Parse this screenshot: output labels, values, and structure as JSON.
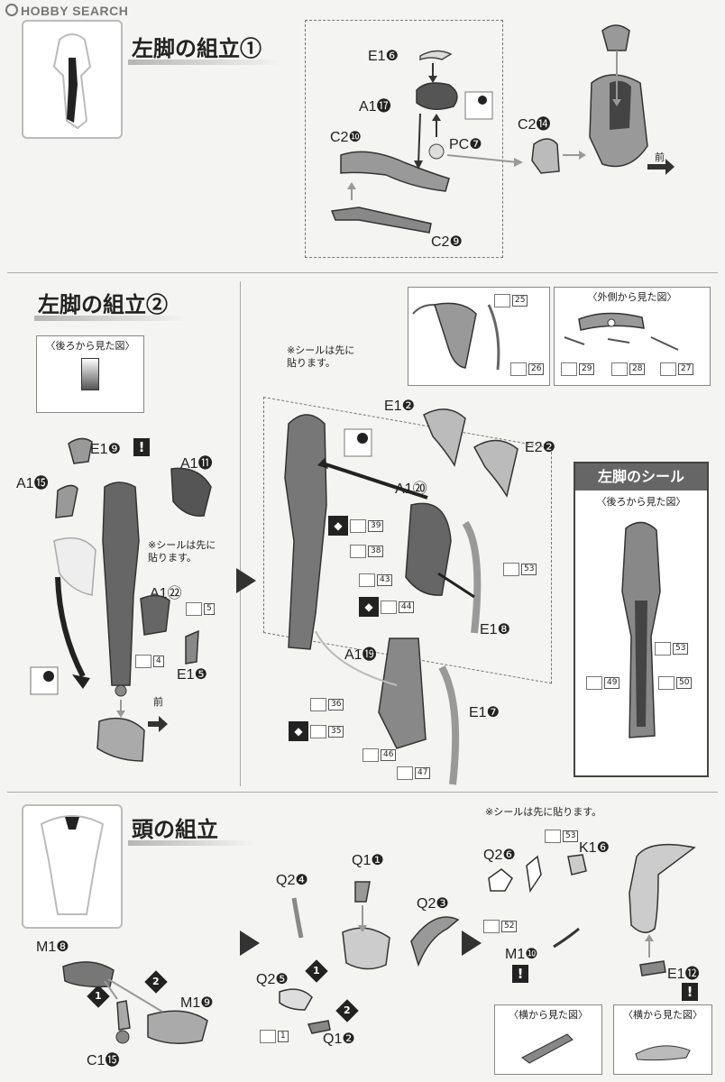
{
  "watermark": "HOBBY SEARCH",
  "sections": {
    "s1": {
      "title": "左脚の組立①",
      "labels": {
        "e16": "E1❻",
        "a117": "A1⓱",
        "pc7": "PC❼",
        "c210": "C2❿",
        "c29": "C2❾",
        "c214": "C2⓮",
        "front": "前"
      }
    },
    "s2": {
      "title": "左脚の組立②",
      "back_view": "〈後ろから見た図〉",
      "outside_view": "〈外側から見た図〉",
      "seal_note_a": "※シールは先に\n貼ります。",
      "seal_note_b": "※シールは先に\n貼ります。",
      "front": "前",
      "labels": {
        "e19": "E1❾",
        "a111": "A1⓫",
        "a115": "A1⓯",
        "a122": "A1㉒",
        "e15": "E1❺",
        "e12": "E1❷",
        "e22": "E2❷",
        "a120": "A1⑳",
        "e18": "E1❽",
        "a119": "A1⓳",
        "e17": "E1❼"
      },
      "stickers": [
        "25",
        "26",
        "29",
        "28",
        "27",
        "39",
        "38",
        "53",
        "43",
        "44",
        "36",
        "35",
        "46",
        "47",
        "5",
        "4"
      ],
      "seal_box": {
        "title": "左脚のシール",
        "view": "〈後ろから見た図〉",
        "stickers": [
          "53",
          "49",
          "50"
        ]
      }
    },
    "s3": {
      "title": "頭の組立",
      "seal_note": "※シールは先に貼ります。",
      "side_view_a": "〈横から見た図〉",
      "side_view_b": "〈横から見た図〉",
      "labels": {
        "m18": "M1❽",
        "m19": "M1❾",
        "c115": "C1⓯",
        "q24": "Q2❹",
        "q11": "Q1❶",
        "q23": "Q2❸",
        "q25": "Q2❺",
        "q12": "Q1❷",
        "q26": "Q2❻",
        "k16": "K1❻",
        "m110": "M1❿",
        "e112": "E1⓬",
        "step1": "1",
        "step2": "2",
        "step1b": "1",
        "step2b": "2"
      },
      "stickers": [
        "53",
        "52",
        "1"
      ]
    }
  }
}
